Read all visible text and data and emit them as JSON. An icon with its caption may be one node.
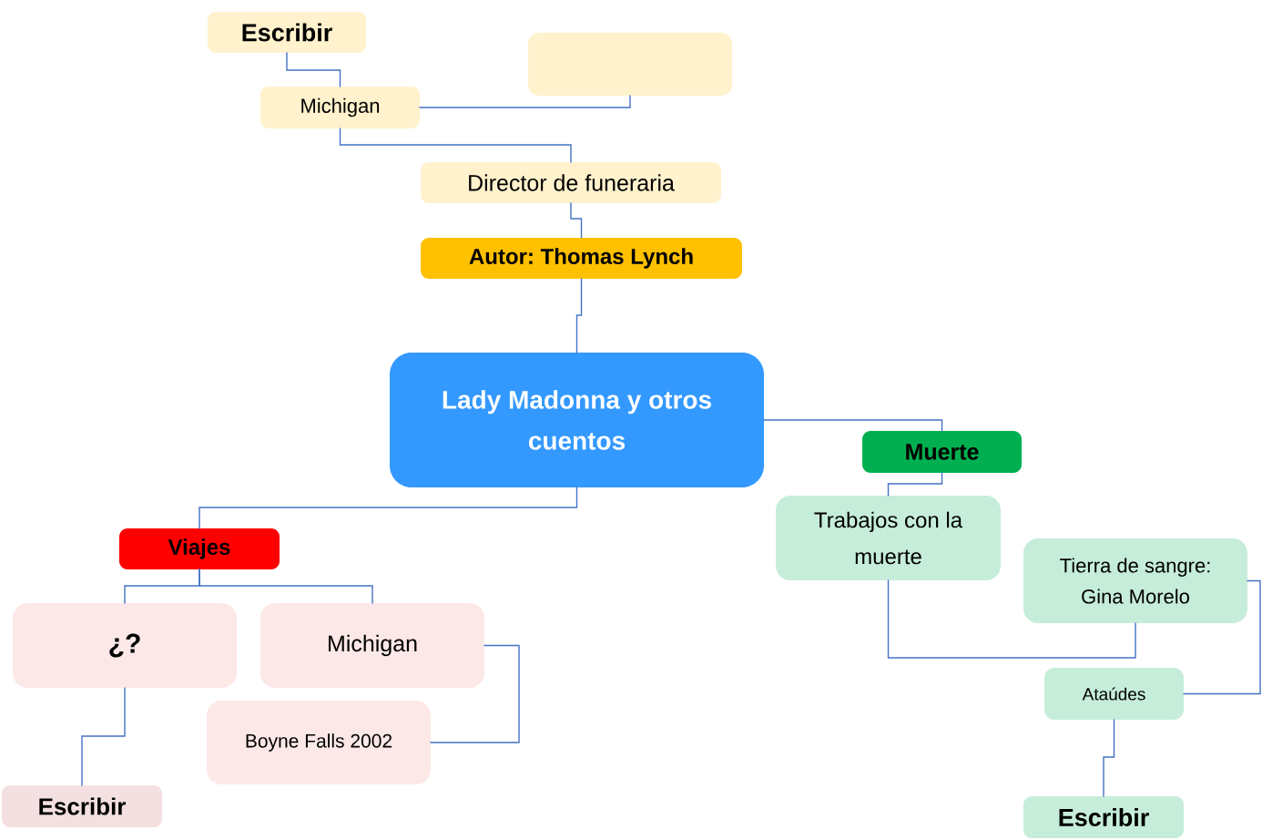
{
  "diagram": {
    "nodes": [
      {
        "text": [
          "Escribir"
        ]
      },
      {
        "text": [],
        "shape": "box"
      },
      {
        "text": [
          "Michigan"
        ]
      },
      {
        "text": [
          "Director de funeraria"
        ]
      },
      {
        "text": [
          "Autor: Thomas Lynch"
        ]
      },
      {
        "text": [
          "Lady Madonna y otros cuentos"
        ]
      },
      {
        "text": [
          "Muerte"
        ]
      },
      {
        "text": [
          "Viajes"
        ]
      },
      {
        "text": [
          "Trabajos con la muerte"
        ]
      },
      {
        "text": [
          "Tierra de sangre: Gina Morelo"
        ]
      },
      {
        "text": [
          "¿?"
        ]
      },
      {
        "text": [
          "Michigan"
        ]
      },
      {
        "text": [
          "Ataúdes"
        ]
      },
      {
        "text": [
          "Boyne Falls 2002"
        ]
      },
      {
        "text": [
          "Escribir"
        ]
      },
      {
        "text": [
          "Escribir"
        ]
      }
    ],
    "edges": [
      {
        "from": 5,
        "to": 4,
        "arrow": "none"
      },
      {
        "from": 4,
        "to": 3,
        "arrow": "none"
      },
      {
        "from": 3,
        "to": 2,
        "arrow": "none"
      },
      {
        "from": 2,
        "to": 0,
        "arrow": "none"
      },
      {
        "from": 2,
        "to": 1,
        "arrow": "none"
      },
      {
        "from": 5,
        "to": 6,
        "arrow": "none"
      },
      {
        "from": 6,
        "to": 8,
        "arrow": "none"
      },
      {
        "from": 8,
        "to": 9,
        "arrow": "none"
      },
      {
        "from": 9,
        "to": 12,
        "arrow": "none"
      },
      {
        "from": 12,
        "to": 15,
        "arrow": "none"
      },
      {
        "from": 5,
        "to": 7,
        "arrow": "none"
      },
      {
        "from": 7,
        "to": 10,
        "arrow": "none"
      },
      {
        "from": 7,
        "to": 11,
        "arrow": "none"
      },
      {
        "from": 11,
        "to": 13,
        "arrow": "none"
      },
      {
        "from": 10,
        "to": 14,
        "arrow": "none"
      }
    ]
  }
}
